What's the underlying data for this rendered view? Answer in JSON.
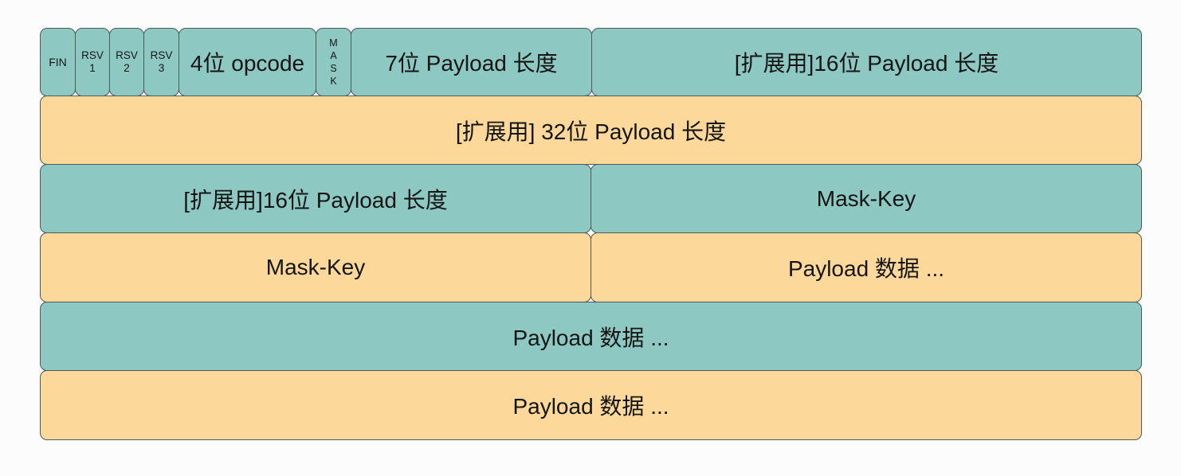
{
  "diagram": {
    "fields": {
      "fin": "FIN",
      "rsv1": [
        "RSV",
        "1"
      ],
      "rsv2": [
        "RSV",
        "2"
      ],
      "rsv3": [
        "RSV",
        "3"
      ],
      "opcode": "4位 opcode",
      "mask": [
        "M",
        "A",
        "S",
        "K"
      ],
      "payload_len_7": "7位 Payload 长度",
      "ext_payload_len_16_row1": "[扩展用]16位 Payload 长度",
      "ext_payload_len_32": "[扩展用] 32位 Payload 长度",
      "ext_payload_len_16_row3": "[扩展用]16位 Payload 长度",
      "mask_key_row3": "Mask-Key",
      "mask_key_row4": "Mask-Key",
      "payload_data_row4": "Payload 数据 ...",
      "payload_data_row5": "Payload 数据 ...",
      "payload_data_row6": "Payload 数据 ..."
    },
    "colors": {
      "teal": "#8ec8c2",
      "orange": "#fcd89b",
      "border": "#4d5a58"
    }
  }
}
